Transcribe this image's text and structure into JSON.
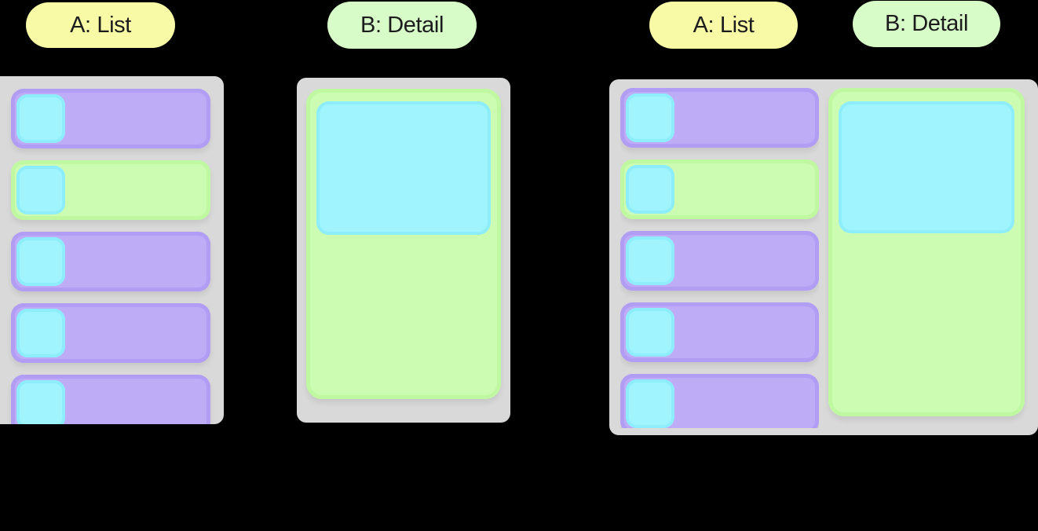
{
  "colors": {
    "background": "#000000",
    "window_gray": "#D9D9D9",
    "item_purple": "#BEACF7",
    "item_purple_edge": "#B19DF3",
    "item_green": "#CBFCB2",
    "item_green_edge": "#BFF8A1",
    "thumb_cyan": "#9FF4FE",
    "thumb_cyan_edge": "#8EEDFA",
    "pill_yellow": "#F8FAA6",
    "pill_green": "#D8FCC8",
    "label_text": "#1C1C1E"
  },
  "diagram": {
    "compact_list": {
      "label": "A: List",
      "rows": [
        {
          "selected": false
        },
        {
          "selected": true
        },
        {
          "selected": false
        },
        {
          "selected": false
        },
        {
          "selected": false
        }
      ]
    },
    "compact_detail": {
      "label": "B: Detail"
    },
    "expanded": {
      "list_label": "A: List",
      "detail_label": "B: Detail",
      "rows": [
        {
          "selected": false
        },
        {
          "selected": true
        },
        {
          "selected": false
        },
        {
          "selected": false
        },
        {
          "selected": false
        }
      ]
    }
  }
}
